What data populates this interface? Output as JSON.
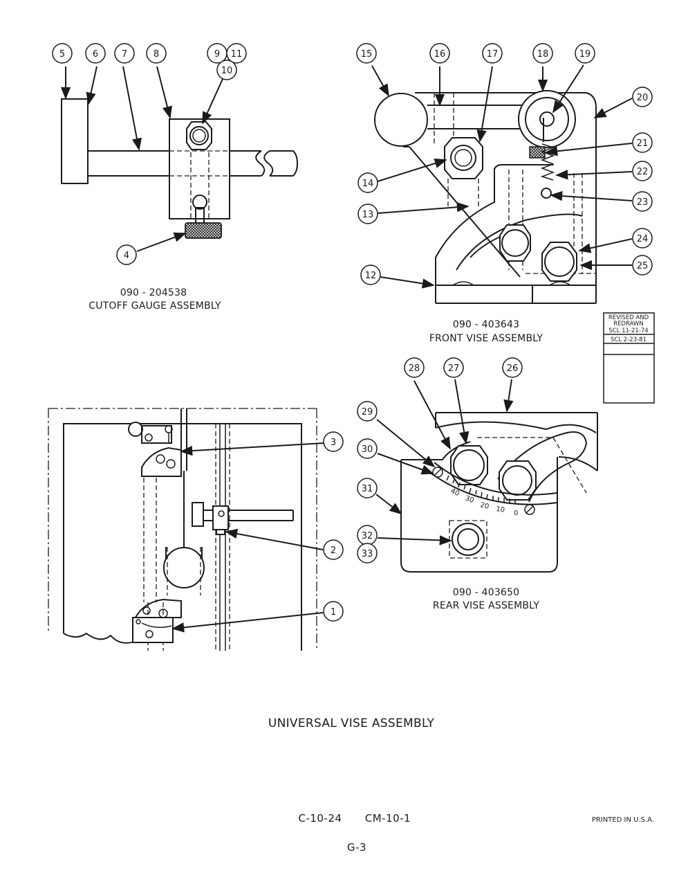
{
  "cutoff_gauge": {
    "part_number": "090 - 204538",
    "caption": "CUTOFF GAUGE ASSEMBLY",
    "callouts": [
      "5",
      "6",
      "7",
      "8",
      "9",
      "11",
      "10",
      "4"
    ]
  },
  "front_vise": {
    "part_number": "090 - 403643",
    "caption": "FRONT VISE ASSEMBLY",
    "callouts": [
      "15",
      "16",
      "17",
      "18",
      "19",
      "20",
      "21",
      "22",
      "23",
      "14",
      "13",
      "24",
      "25",
      "12"
    ]
  },
  "rear_vise": {
    "part_number": "090 - 403650",
    "caption": "REAR VISE ASSEMBLY",
    "callouts": [
      "28",
      "27",
      "26",
      "29",
      "30",
      "31",
      "32",
      "33"
    ],
    "scale_labels": [
      "40",
      "30",
      "20",
      "10",
      "0"
    ]
  },
  "overview": {
    "callouts": [
      "3",
      "2",
      "1"
    ]
  },
  "revision_box": {
    "line1": "REVISED AND",
    "line2": "REDRAWN",
    "line3": "SCL 11-21-74",
    "line4": "SCL 2-23-81"
  },
  "title": "UNIVERSAL VISE ASSEMBLY",
  "footer": {
    "doc_ref": "C-10-24",
    "manual_ref": "CM-10-1",
    "printed": "PRINTED IN U.S.A.",
    "page": "G-3"
  }
}
